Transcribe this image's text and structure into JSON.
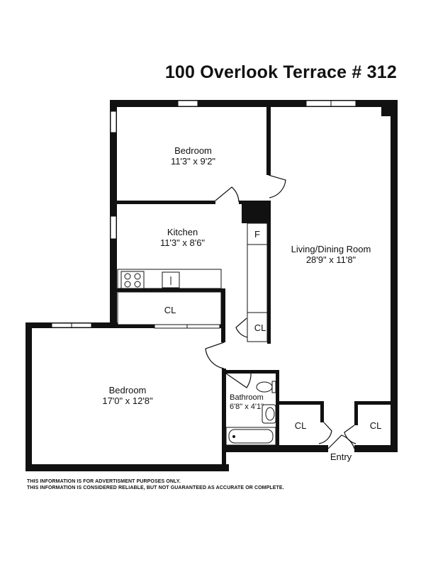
{
  "title": "100 Overlook Terrace # 312",
  "rooms": {
    "bedroom_top": {
      "name": "Bedroom",
      "dims": "11'3\" x 9'2\""
    },
    "kitchen": {
      "name": "Kitchen",
      "dims": "11'3\" x 8'6\""
    },
    "living": {
      "name": "Living/Dining Room",
      "dims": "28'9\" x 11'8\""
    },
    "bedroom_main": {
      "name": "Bedroom",
      "dims": "17'0\" x 12'8\""
    },
    "bathroom": {
      "name": "Bathroom",
      "dims": "6'8\" x 4'1\""
    }
  },
  "closets": {
    "label": "CL"
  },
  "fridge_label": "F",
  "entry_label": "Entry",
  "disclaimer": {
    "line1": "THIS INFORMATION IS FOR ADVERTISMENT PURPOSES ONLY.",
    "line2": "THIS INFORMATION IS CONSIDERED RELIABLE, BUT NOT GUARANTEED AS ACCURATE OR COMPLETE."
  },
  "colors": {
    "wall": "#111111",
    "background": "#ffffff",
    "window": "#ffffff"
  }
}
